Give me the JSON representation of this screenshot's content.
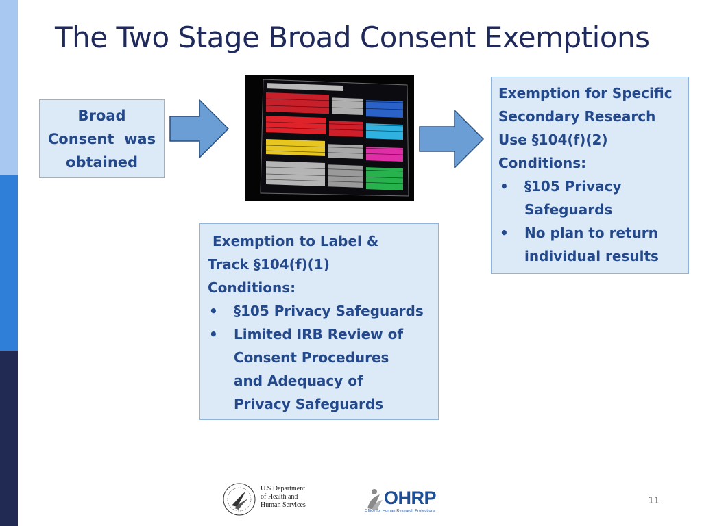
{
  "slide": {
    "title": "The Two Stage Broad Consent Exemptions",
    "page_number": "11"
  },
  "left_box": {
    "lines": [
      "Broad",
      "Consent  was",
      "obtained"
    ]
  },
  "middle_box": {
    "heading_lines": [
      "Exemption to Label &",
      "Track §104(f)(1)",
      "Conditions:"
    ],
    "bullet_char": "•",
    "bullets": [
      {
        "lines": [
          "§105 Privacy Safeguards"
        ]
      },
      {
        "lines": [
          "Limited IRB Review of",
          "Consent Procedures",
          "and Adequacy of",
          "Privacy Safeguards"
        ]
      }
    ]
  },
  "right_box": {
    "heading_lines": [
      "Exemption for Specific",
      "Secondary Research",
      "Use §104(f)(2)",
      "Conditions:"
    ],
    "bullet_char": "•",
    "bullets": [
      {
        "lines": [
          "§105 Privacy",
          "Safeguards"
        ]
      },
      {
        "lines": [
          "No plan to return",
          "individual results"
        ]
      }
    ]
  },
  "logos": {
    "hhs_lines": [
      "U.S Department",
      "of Health and",
      "Human Services"
    ],
    "ohrp_word": "OHRP",
    "ohrp_tagline": "Office for Human Research Protections"
  },
  "colors": {
    "accent_light": "#a9c8f1",
    "accent_mid": "#2f7ed8",
    "accent_dark": "#202a52",
    "box_fill": "#dce9f7",
    "box_text": "#24498a",
    "arrow_fill": "#6b9ed4"
  }
}
